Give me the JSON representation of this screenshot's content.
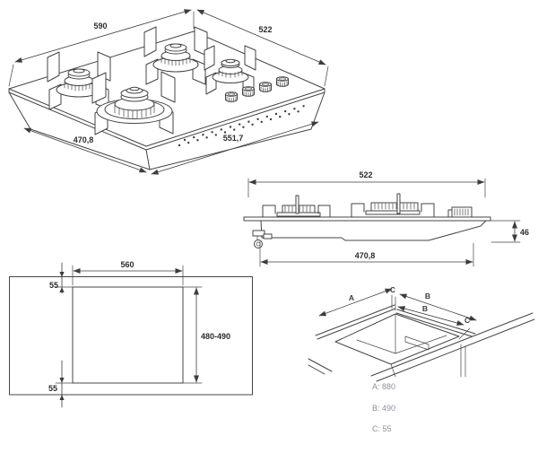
{
  "document": {
    "type": "appliance-installation-dimension-drawing",
    "subject": "built-in gas hob"
  },
  "colors": {
    "line": "#444447",
    "dimension_text": "#2c2c2e",
    "legend_text": "#8b919b",
    "background": "#ffffff"
  },
  "hob_isometric": {
    "width_back_left": "590",
    "depth_back_right": "522",
    "depth_front_left": "470,8",
    "width_front_right": "551,7"
  },
  "hob_side": {
    "width_top": "522",
    "height_right": "46",
    "width_bottom": "470,8"
  },
  "cutout_plan": {
    "cutout_width": "560",
    "top_clearance": "55",
    "cutout_depth": "480-490",
    "bottom_clearance": "55"
  },
  "cutout_iso": {
    "label_a": "A",
    "label_b_upper": "B",
    "label_b_lower": "B",
    "label_c_top": "C",
    "label_c_right": "C",
    "legend_a": "A: 880",
    "legend_b": "B: 490",
    "legend_c": "C: 55"
  }
}
